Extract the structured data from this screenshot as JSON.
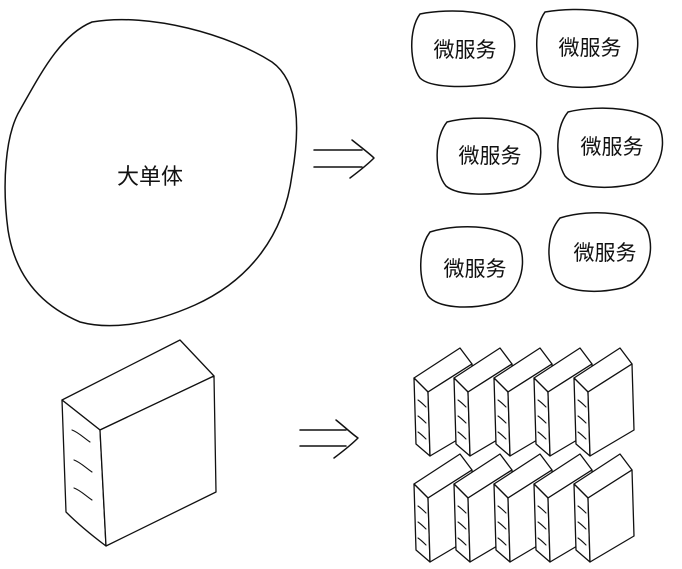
{
  "top_row": {
    "monolith_label": "大单体",
    "arrow": "⟹",
    "microservices": [
      {
        "label": "微服务"
      },
      {
        "label": "微服务"
      },
      {
        "label": "微服务"
      },
      {
        "label": "微服务"
      },
      {
        "label": "微服务"
      },
      {
        "label": "微服务"
      }
    ]
  },
  "bottom_row": {
    "arrow": "⟹",
    "server_grid": {
      "rows": 2,
      "columns": 5
    }
  }
}
